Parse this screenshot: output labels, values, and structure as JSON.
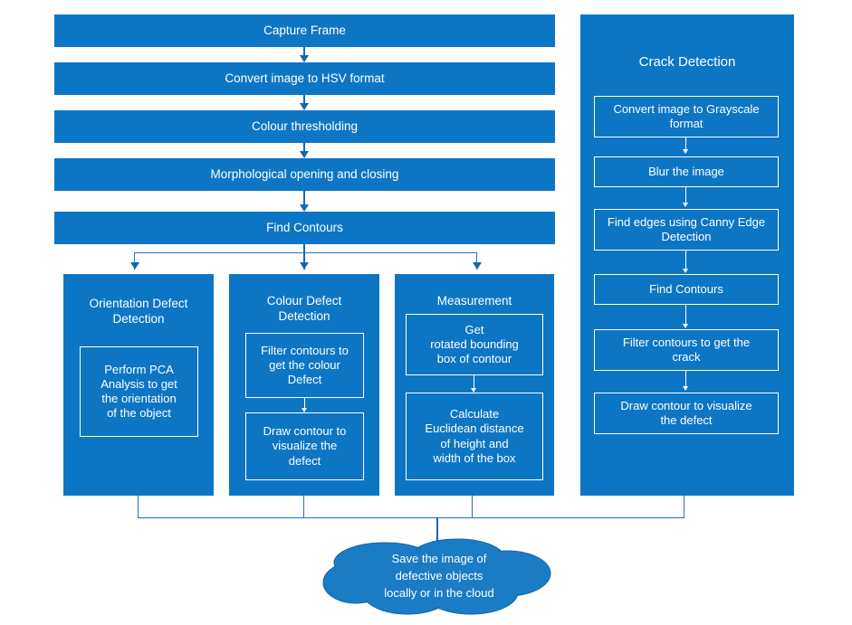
{
  "theme": {
    "fill_blue": "#0d76c4",
    "connector_blue": "#1567b3",
    "thin_connector_blue": "#2a6fbb",
    "cloud_blue": "#1a7cc4",
    "cloud_outline": "#1565a8",
    "text_white": "#ffffff",
    "background": "#ffffff"
  },
  "main_pipeline": {
    "steps": [
      {
        "label": "Capture Frame"
      },
      {
        "label": "Convert image to HSV format"
      },
      {
        "label": "Colour thresholding"
      },
      {
        "label": "Morphological opening and closing"
      },
      {
        "label": "Find Contours"
      }
    ]
  },
  "branches": [
    {
      "title": "Orientation Defect\nDetection",
      "boxes": [
        {
          "label": "Perform PCA\nAnalysis to get\nthe orientation\nof the object"
        }
      ]
    },
    {
      "title": "Colour Defect\nDetection",
      "boxes": [
        {
          "label": "Filter contours to\nget the colour\nDefect"
        },
        {
          "label": "Draw contour to\nvisualize the\ndefect"
        }
      ]
    },
    {
      "title": "Measurement",
      "boxes": [
        {
          "label": "Get\nrotated bounding\nbox of contour"
        },
        {
          "label": "Calculate\nEuclidean distance\nof height and\nwidth of the box"
        }
      ]
    }
  ],
  "crack_detection": {
    "title": "Crack Detection",
    "steps": [
      {
        "label": "Convert image to Grayscale\nformat"
      },
      {
        "label": "Blur the image"
      },
      {
        "label": "Find edges using Canny Edge\nDetection"
      },
      {
        "label": "Find Contours"
      },
      {
        "label": "Filter contours to get the\ncrack"
      },
      {
        "label": "Draw contour to visualize\nthe defect"
      }
    ]
  },
  "output": {
    "cloud_label": "Save the image of\ndefective objects\nlocally or in the cloud"
  }
}
